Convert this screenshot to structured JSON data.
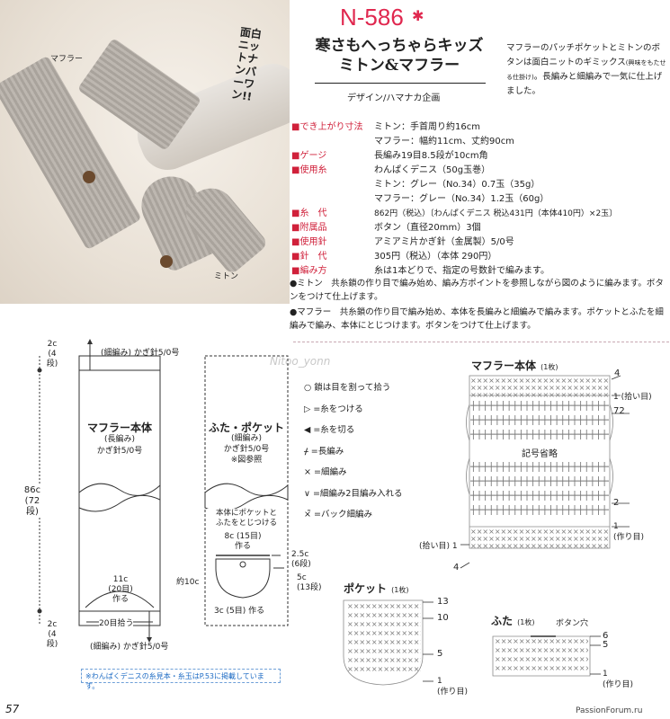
{
  "photo": {
    "catch": "面白ニットナンバーワン!!",
    "label_muffler": "マフラー",
    "label_mitten": "ミトン"
  },
  "header": {
    "code": "N-586",
    "star": "✱",
    "title_line1": "寒さもへっちゃらキッズ",
    "title_line2": "ミトン&マフラー",
    "design": "デザイン/ハマナカ企画",
    "intro_1": "マフラーのパッチポケットとミトンのボタンは面白ニットのギミックス",
    "intro_small": "(興味をもたせる仕掛け)",
    "intro_2": "。長編みと細編みで一気に仕上げました。"
  },
  "specs": [
    {
      "key": "■でき上がり寸法",
      "value": "ミトン：手首周り約16cm"
    },
    {
      "key": "",
      "value": "マフラー：幅約11cm、丈約90cm"
    },
    {
      "key": "■ゲージ",
      "value": "長編み19目8.5段が10cm角"
    },
    {
      "key": "■使用糸",
      "value": "わんぱくデニス（50g玉巻）"
    },
    {
      "key": "",
      "value": "ミトン：グレー（No.34）0.7玉（35g）"
    },
    {
      "key": "",
      "value": "マフラー：グレー（No.34）1.2玉（60g）"
    },
    {
      "key": "■糸　代",
      "value": "862円（税込）〔わんぱくデニス 税込431円（本体410円）×2玉〕"
    },
    {
      "key": "■附属品",
      "value": "ボタン（直径20mm）3個"
    },
    {
      "key": "■使用針",
      "value": "アミアミ片かぎ針（金属製）5/0号"
    },
    {
      "key": "■針　代",
      "value": "305円（税込）（本体 290円）"
    },
    {
      "key": "■編み方",
      "value": "糸は1本どりで、指定の号数針で編みます。"
    }
  ],
  "notes": {
    "mitten": "●ミトン　共糸鎖の作り目で編み始め、編み方ポイントを参照しながら図のように編みます。ボタンをつけて仕上げます。",
    "muffler": "●マフラー　共糸鎖の作り目で編み始め、本体を長編みと細編みで編みます。ポケットとふたを細編みで編み、本体にとじつけます。ボタンをつけて仕上げます。"
  },
  "schematic": {
    "top_dim": "2c",
    "top_rows": "(4段)",
    "top_stitch": "(細編み) かぎ針5/0号",
    "total_dim": "86c",
    "total_rows": "(72段)",
    "bottom_dim": "2c",
    "bottom_rows": "(4段)",
    "bottom_stitch": "(細編み) かぎ針5/0号",
    "body_title": "マフラー本体",
    "body_stitch": "(長編み)",
    "body_hook": "かぎ針5/0号",
    "width_dim": "11c",
    "width_sts": "(20目)",
    "width_note": "作る",
    "pickup": "20目拾う",
    "flap_title": "ふた・ポケット",
    "flap_stitch": "(細編み)",
    "flap_hook": "かぎ針5/0号",
    "flap_ref": "※図参照",
    "attach_1": "本体にポケットと",
    "attach_2": "ふたをとじつける",
    "pocket_w": "8c (15目)",
    "pocket_w_note": "作る",
    "flap_h": "2.5c",
    "flap_h_rows": "(6段)",
    "pocket_h": "5c",
    "pocket_h_rows": "(13段)",
    "approx_h": "約10c",
    "pocket_base": "3c (5目) 作る"
  },
  "legend": [
    "○ 鎖は目を割って拾う",
    "▷ =糸をつける",
    "◀ =糸を切る",
    "ᚋ =長編み",
    "× =細編み",
    "∨ =細編み2目編み入れる",
    "⨯̃ =バック細編み"
  ],
  "chart_body": {
    "title": "マフラー本体",
    "count": "(1枚)",
    "omit": "記号省略",
    "r4": "4",
    "r1_pick": "1 (拾い目)",
    "r72": "72",
    "r2": "2",
    "r1_make": "1",
    "make_label": "(作り目)",
    "left_pick": "(拾い目) 1",
    "left_4": "4"
  },
  "chart_pocket": {
    "title": "ポケット",
    "count": "(1枚)",
    "r13": "13",
    "r10": "10",
    "r5": "5",
    "r1": "1",
    "make_label": "(作り目)"
  },
  "chart_flap": {
    "title": "ふた",
    "count": "(1枚)",
    "button_hole": "ボタン穴",
    "r6": "6",
    "r5": "5",
    "r1": "1",
    "make_label": "(作り目)"
  },
  "footer": {
    "note": "※わんぱくデニスの糸見本・糸玉はP.53に掲載しています。",
    "page": "57",
    "site": "PassionForum.ru",
    "watermark": "Nitoo_yonn"
  }
}
